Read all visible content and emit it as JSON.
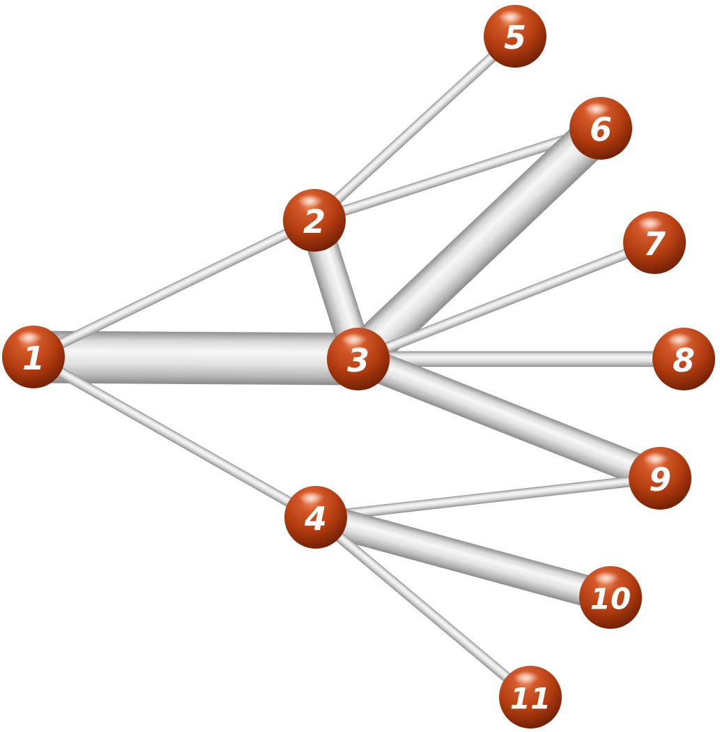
{
  "diagram": {
    "type": "network-graph",
    "colors": {
      "node_fill": "#b33d10",
      "node_highlight": "#f08a5a",
      "node_shadow": "#6e1f04",
      "edge_light": "#f4f4f4",
      "edge_mid": "#d4d4d4",
      "edge_dark": "#9a9a9a",
      "label": "#ffffff"
    },
    "nodes": [
      {
        "id": "1",
        "label": "1"
      },
      {
        "id": "2",
        "label": "2"
      },
      {
        "id": "3",
        "label": "3"
      },
      {
        "id": "4",
        "label": "4"
      },
      {
        "id": "5",
        "label": "5"
      },
      {
        "id": "6",
        "label": "6"
      },
      {
        "id": "7",
        "label": "7"
      },
      {
        "id": "8",
        "label": "8"
      },
      {
        "id": "9",
        "label": "9"
      },
      {
        "id": "10",
        "label": "10"
      },
      {
        "id": "11",
        "label": "11"
      }
    ],
    "edges": [
      {
        "source": "1",
        "target": "3",
        "weight": 5
      },
      {
        "source": "1",
        "target": "2",
        "weight": 1
      },
      {
        "source": "1",
        "target": "4",
        "weight": 1
      },
      {
        "source": "2",
        "target": "5",
        "weight": 1
      },
      {
        "source": "2",
        "target": "6",
        "weight": 1
      },
      {
        "source": "2",
        "target": "3",
        "weight": 3
      },
      {
        "source": "3",
        "target": "6",
        "weight": 4
      },
      {
        "source": "3",
        "target": "7",
        "weight": 1
      },
      {
        "source": "3",
        "target": "8",
        "weight": 1.5
      },
      {
        "source": "3",
        "target": "9",
        "weight": 3
      },
      {
        "source": "4",
        "target": "9",
        "weight": 1
      },
      {
        "source": "4",
        "target": "10",
        "weight": 3
      },
      {
        "source": "4",
        "target": "11",
        "weight": 1
      }
    ]
  }
}
